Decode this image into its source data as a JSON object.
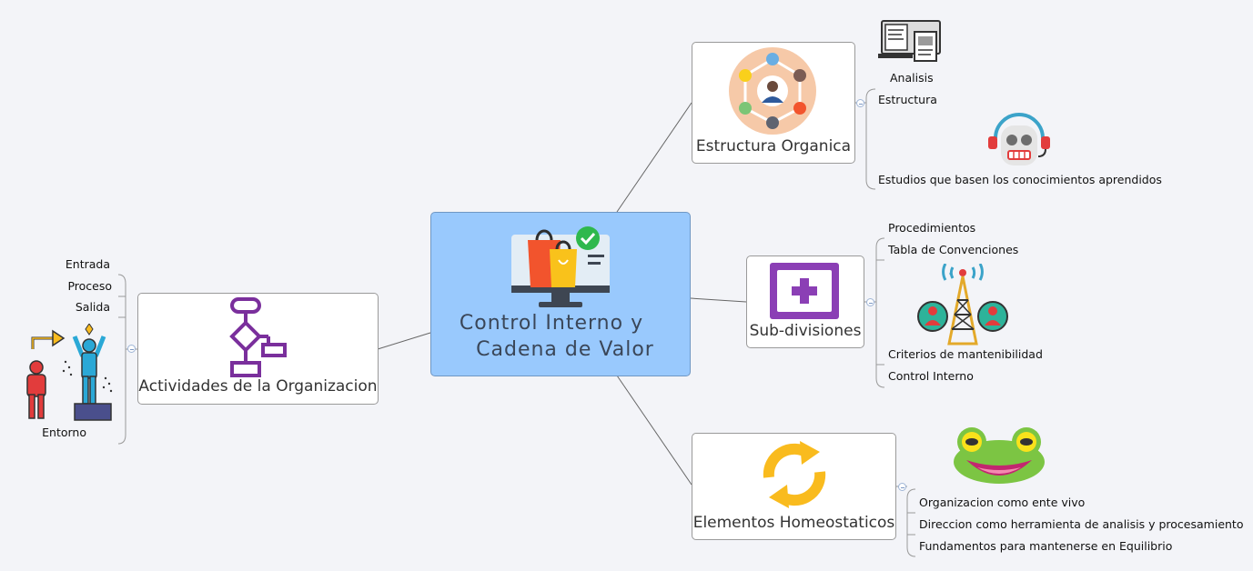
{
  "central": {
    "title_line1": "Control Interno y",
    "title_line2": "Cadena de Valor"
  },
  "nodes": {
    "estructura": {
      "label": "Estructura Organica",
      "leaves": [
        "Analisis",
        "Estructura",
        "Estudios que basen los conocimientos aprendidos"
      ]
    },
    "subdivisiones": {
      "label": "Sub-divisiones",
      "leaves": [
        "Procedimientos",
        "Tabla de Convenciones",
        "Criterios de mantenibilidad",
        "Control Interno"
      ]
    },
    "elementos": {
      "label": "Elementos Homeostaticos",
      "leaves": [
        "Organizacion como ente vivo",
        "Direccion como herramienta de analisis y procesamiento",
        "Fundamentos para mantenerse en Equilibrio"
      ]
    },
    "actividades": {
      "label": "Actividades de la Organizacion",
      "leaves": [
        "Entrada",
        "Proceso",
        "Salida",
        "Entorno"
      ]
    }
  },
  "colors": {
    "background": "#f3f4f8",
    "central_fill": "#99c9fd",
    "connector": "#666666",
    "bracket": "#9a9a9a"
  }
}
